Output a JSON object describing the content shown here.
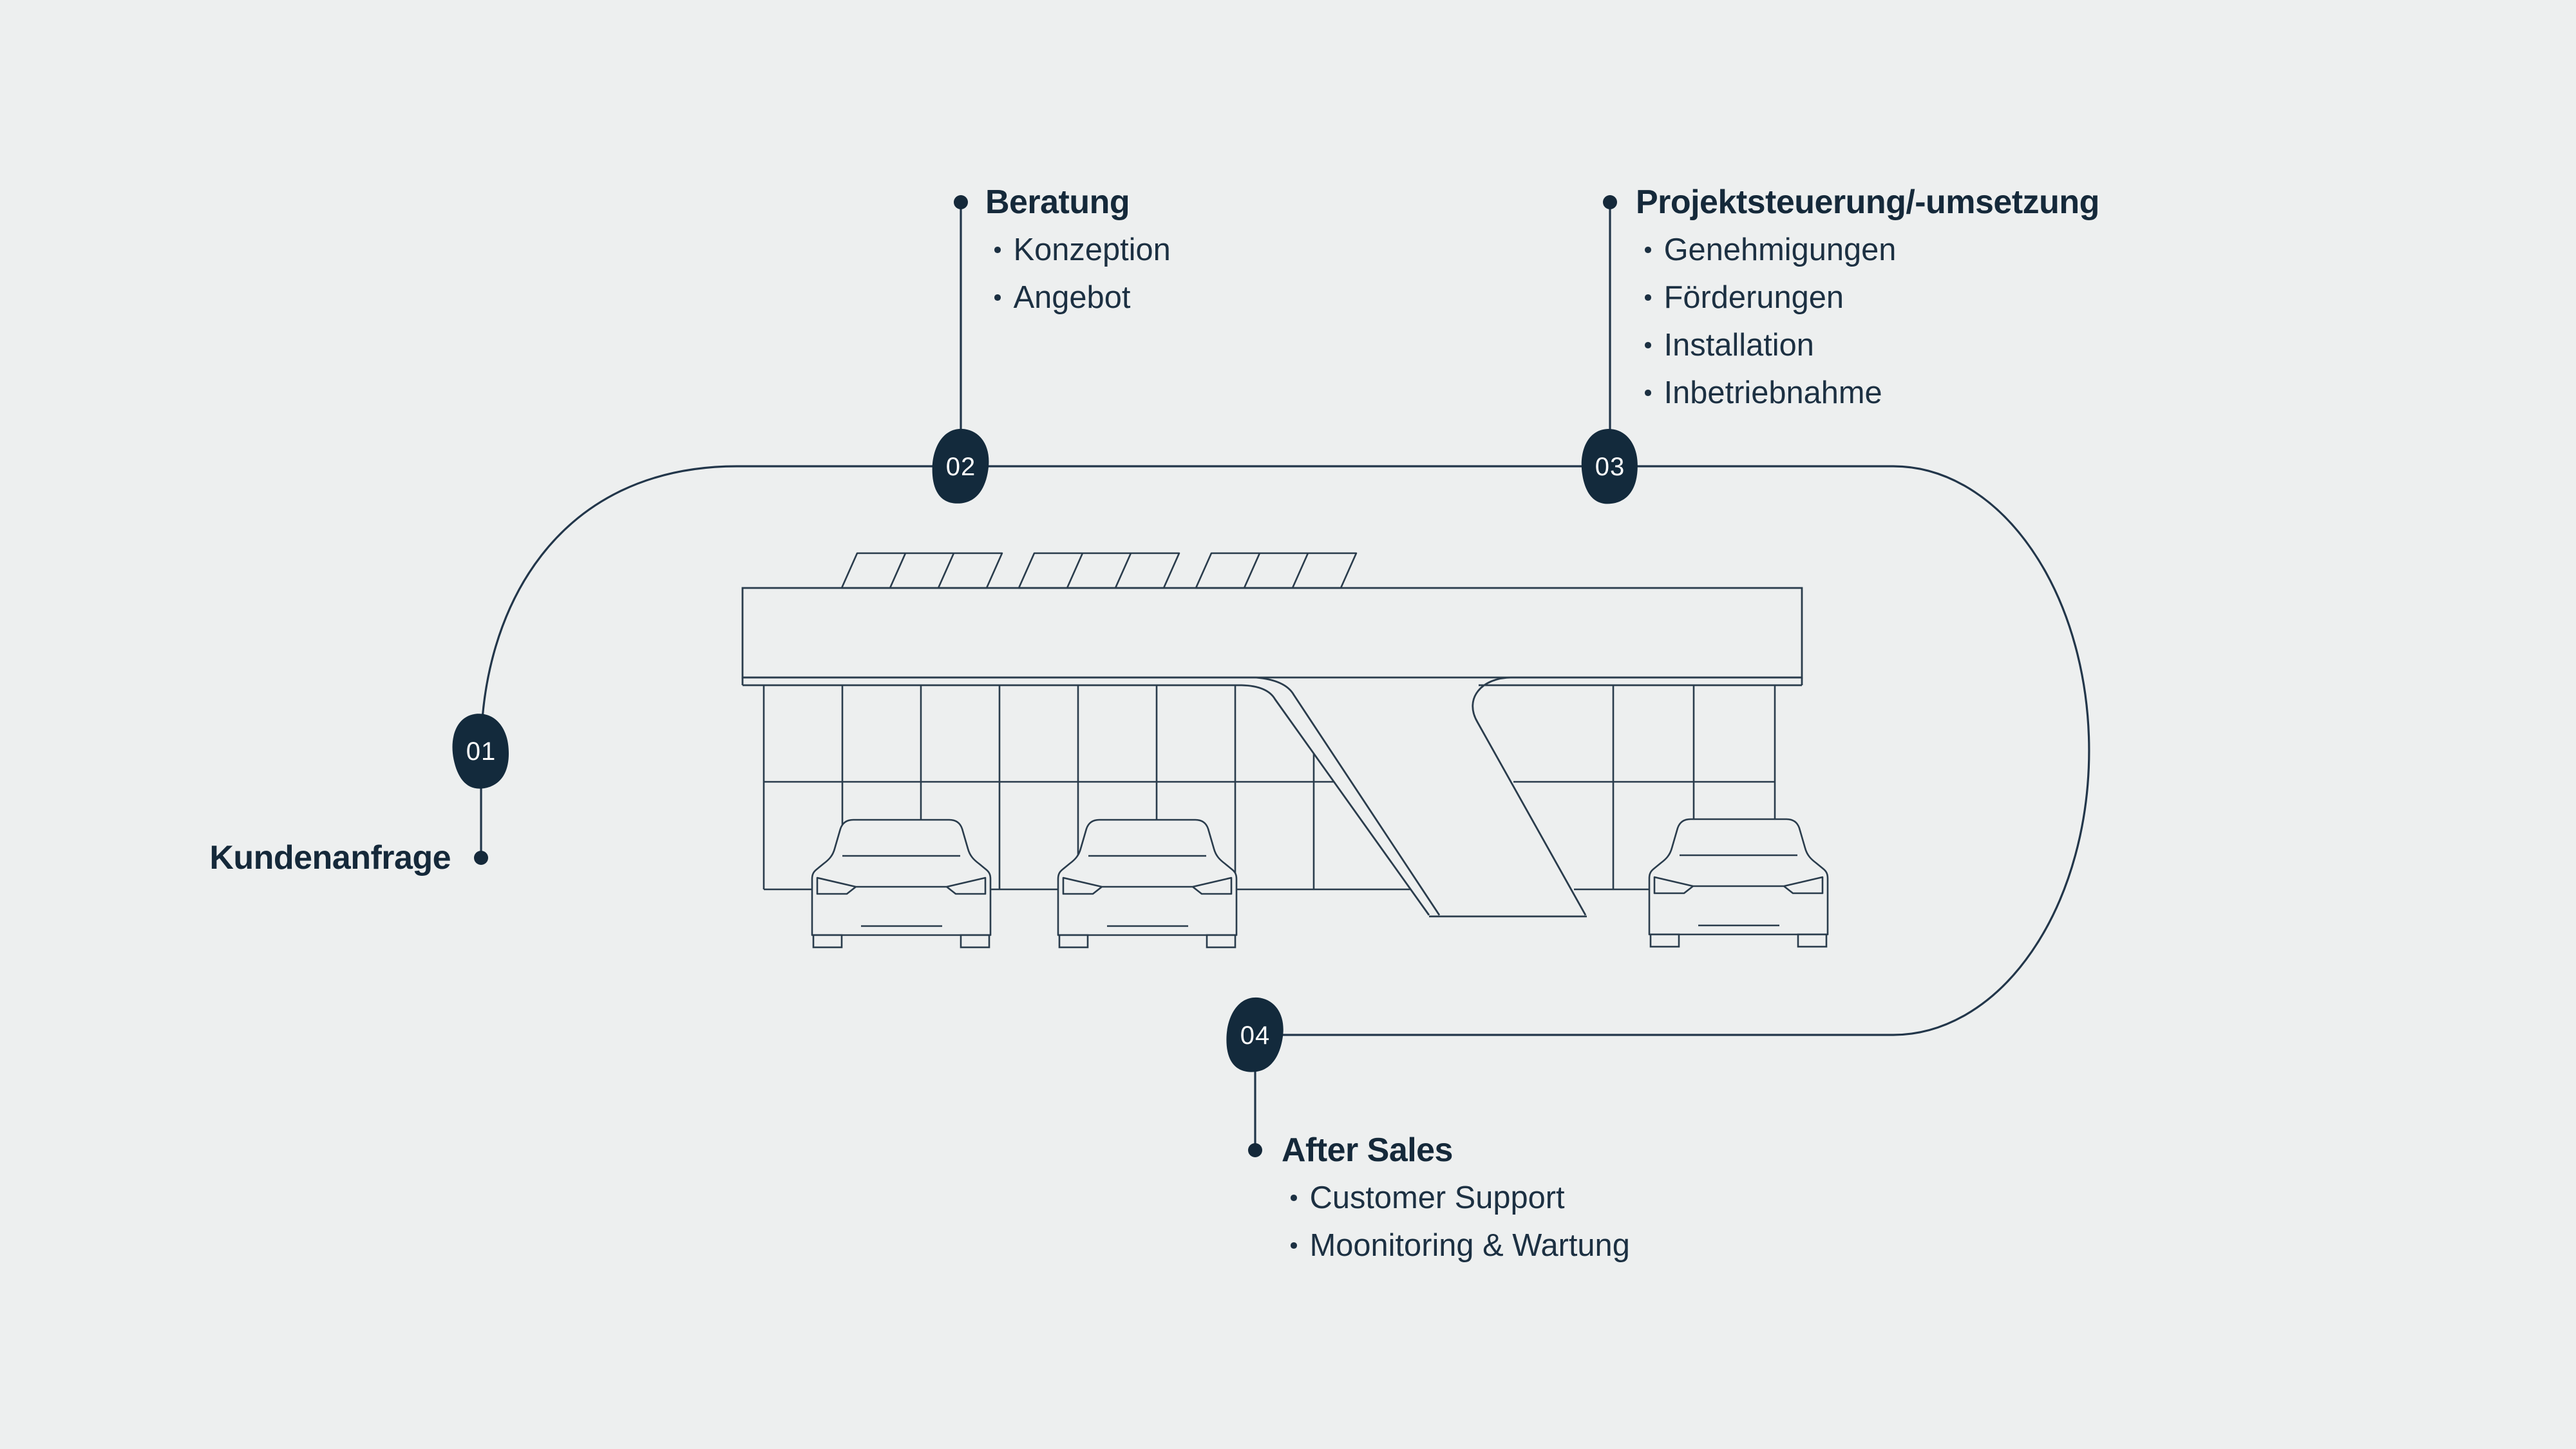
{
  "colors": {
    "background": "#edefef",
    "ink": "#15293a",
    "line": "#2a3c4c",
    "blob_fill": "#132a3c",
    "number_text": "#ffffff"
  },
  "nodes": [
    {
      "number": "01",
      "label": "Kundenanfrage",
      "items": []
    },
    {
      "number": "02",
      "label": "Beratung",
      "items": [
        "Konzeption",
        "Angebot"
      ]
    },
    {
      "number": "03",
      "label": "Projektsteuerung/-umsetzung",
      "items": [
        "Genehmigungen",
        "Förderungen",
        "Installation",
        "Inbetriebnahme"
      ]
    },
    {
      "number": "04",
      "label": "After Sales",
      "items": [
        "Customer Support",
        "Moonitoring & Wartung"
      ]
    }
  ],
  "illustration": {
    "subject": "solar-carport-with-electric-cars"
  }
}
